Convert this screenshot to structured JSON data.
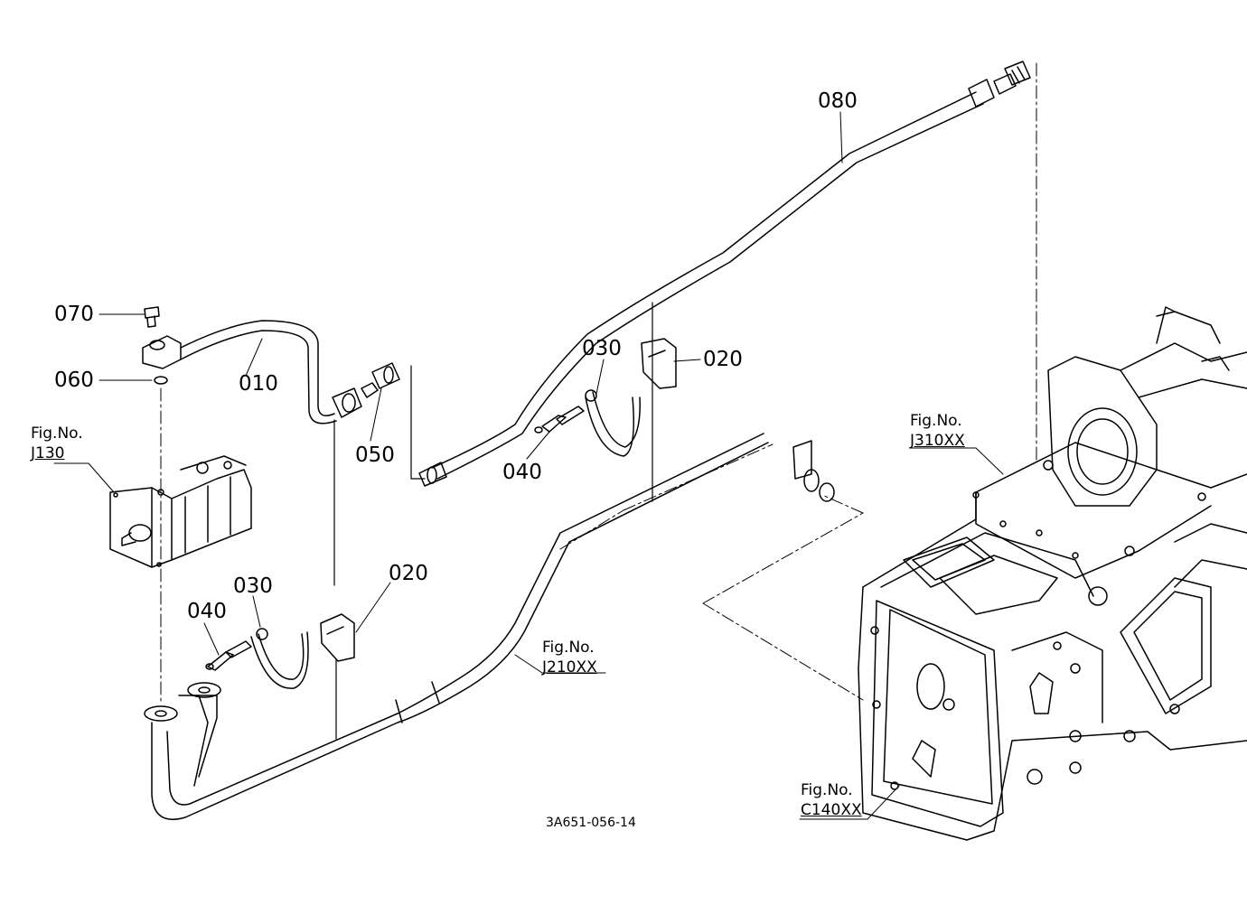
{
  "part_labels": {
    "p070": "070",
    "p060": "060",
    "p010": "010",
    "p050": "050",
    "p080": "080",
    "p030_top": "030",
    "p020_top": "020",
    "p040_top": "040",
    "p030_bottom": "030",
    "p020_bottom": "020",
    "p040_bottom": "040"
  },
  "figure_refs": {
    "j130": {
      "prefix": "Fig.No.",
      "code": "J130"
    },
    "j310": {
      "prefix": "Fig.No.",
      "code": "J310XX"
    },
    "j210": {
      "prefix": "Fig.No.",
      "code": "J210XX"
    },
    "c140": {
      "prefix": "Fig.No.",
      "code": "C140XX"
    }
  },
  "drawing_number": "3A651-056-14",
  "colors": {
    "line": "#000000",
    "background": "#ffffff"
  }
}
